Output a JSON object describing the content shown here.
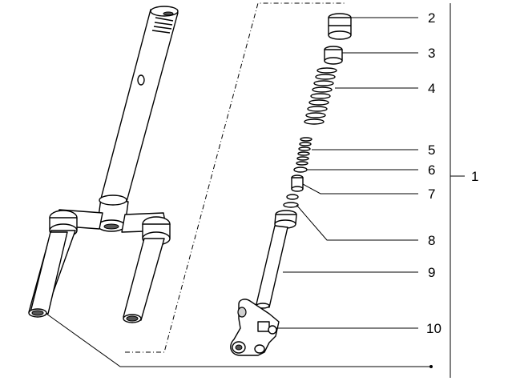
{
  "callouts": [
    {
      "id": "2",
      "label": "2"
    },
    {
      "id": "3",
      "label": "3"
    },
    {
      "id": "4",
      "label": "4"
    },
    {
      "id": "5",
      "label": "5"
    },
    {
      "id": "6",
      "label": "6"
    },
    {
      "id": "7",
      "label": "7"
    },
    {
      "id": "8",
      "label": "8"
    },
    {
      "id": "9",
      "label": "9"
    },
    {
      "id": "10",
      "label": "10"
    },
    {
      "id": "1",
      "label": "1"
    }
  ]
}
